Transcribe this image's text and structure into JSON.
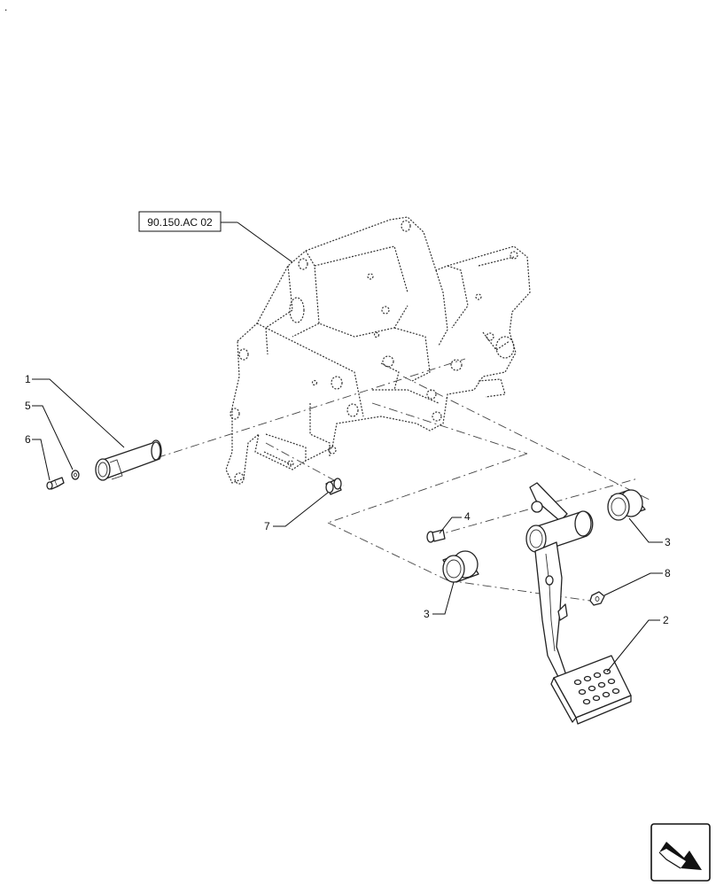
{
  "reference_box": {
    "text": "90.150.AC 02"
  },
  "callouts": [
    {
      "id": "1",
      "text": "1"
    },
    {
      "id": "2",
      "text": "2"
    },
    {
      "id": "3a",
      "text": "3"
    },
    {
      "id": "3b",
      "text": "3"
    },
    {
      "id": "4",
      "text": "4"
    },
    {
      "id": "5",
      "text": "5"
    },
    {
      "id": "6",
      "text": "6"
    },
    {
      "id": "7",
      "text": "7"
    },
    {
      "id": "8",
      "text": "8"
    }
  ],
  "corner_mark": ".",
  "nav_icon": "next-page-arrow-icon"
}
